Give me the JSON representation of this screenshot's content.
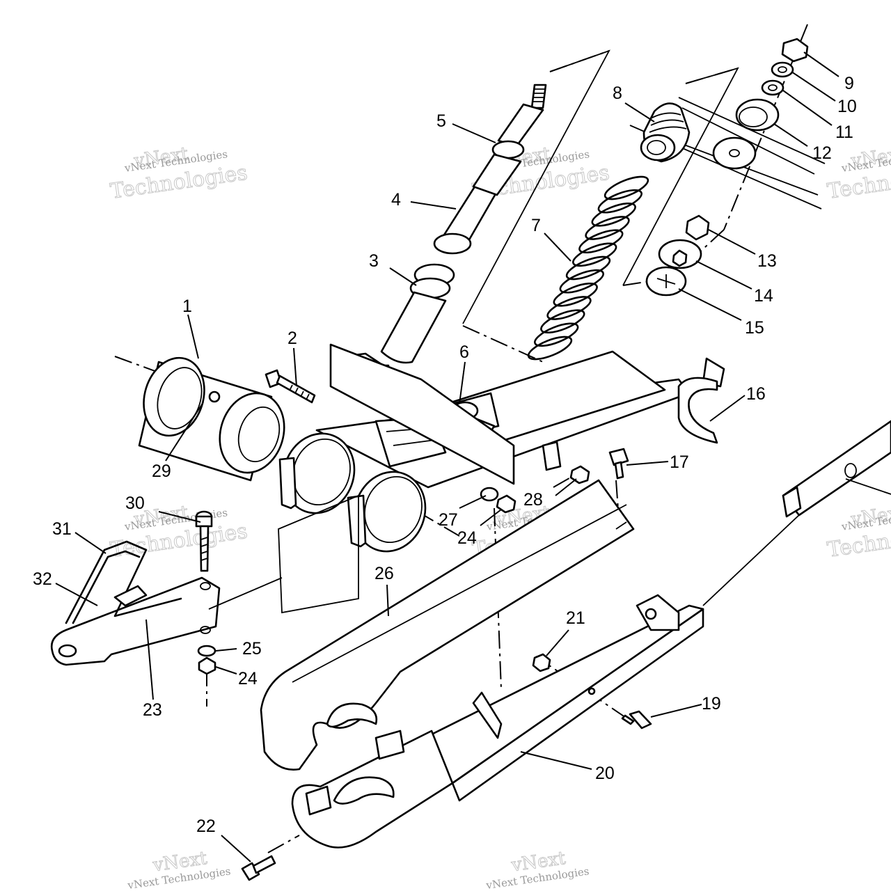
{
  "watermark": {
    "line1": "vNext",
    "line2": "Technologies",
    "small": "vNext Technologies"
  },
  "callouts": [
    {
      "id": "1",
      "label": "1"
    },
    {
      "id": "2",
      "label": "2"
    },
    {
      "id": "3",
      "label": "3"
    },
    {
      "id": "4",
      "label": "4"
    },
    {
      "id": "5",
      "label": "5"
    },
    {
      "id": "6",
      "label": "6"
    },
    {
      "id": "7",
      "label": "7"
    },
    {
      "id": "8",
      "label": "8"
    },
    {
      "id": "9",
      "label": "9"
    },
    {
      "id": "10",
      "label": "10"
    },
    {
      "id": "11",
      "label": "11"
    },
    {
      "id": "12",
      "label": "12"
    },
    {
      "id": "13",
      "label": "13"
    },
    {
      "id": "14",
      "label": "14"
    },
    {
      "id": "15",
      "label": "15"
    },
    {
      "id": "16",
      "label": "16"
    },
    {
      "id": "17",
      "label": "17"
    },
    {
      "id": "19",
      "label": "19"
    },
    {
      "id": "20",
      "label": "20"
    },
    {
      "id": "21",
      "label": "21"
    },
    {
      "id": "22",
      "label": "22"
    },
    {
      "id": "23",
      "label": "23"
    },
    {
      "id": "24a",
      "label": "24"
    },
    {
      "id": "24b",
      "label": "24"
    },
    {
      "id": "25",
      "label": "25"
    },
    {
      "id": "26",
      "label": "26"
    },
    {
      "id": "27",
      "label": "27"
    },
    {
      "id": "28",
      "label": "28"
    },
    {
      "id": "29",
      "label": "29"
    },
    {
      "id": "30",
      "label": "30"
    },
    {
      "id": "31",
      "label": "31"
    },
    {
      "id": "32",
      "label": "32"
    }
  ]
}
